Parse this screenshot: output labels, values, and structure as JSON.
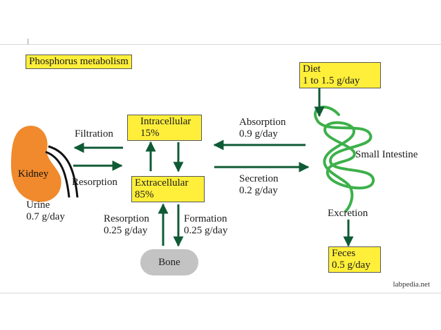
{
  "title": "Phosphorus metabolism",
  "diet": {
    "label": "Diet",
    "amount": "1 to 1.5 g/day"
  },
  "intracellular": {
    "label": "Intracellular",
    "percent": "15%"
  },
  "extracellular": {
    "label": "Extracellular",
    "percent": "85%"
  },
  "kidney": {
    "label": "Kidney"
  },
  "filtration": "Filtration",
  "resorption_kidney": "Resorption",
  "urine": {
    "label": "Urine",
    "amount": "0.7 g/day"
  },
  "absorption": {
    "label": "Absorption",
    "amount": "0.9 g/day"
  },
  "secretion": {
    "label": "Secretion",
    "amount": "0.2 g/day"
  },
  "small_intestine": "Small Intestine",
  "excretion": "Excretion",
  "feces": {
    "label": "Feces",
    "amount": "0.5 g/day"
  },
  "bone_resorption": {
    "label": "Resorption",
    "amount": "0.25 g/day"
  },
  "bone_formation": {
    "label": "Formation",
    "amount": "0.25 g/day"
  },
  "bone": "Bone",
  "credit": "labpedia.net",
  "colors": {
    "arrow": "#0e5a34",
    "box": "#ffef3a",
    "kidney": "#f08a2c",
    "intestine": "#3db04a",
    "bone": "#c3c3c3"
  }
}
